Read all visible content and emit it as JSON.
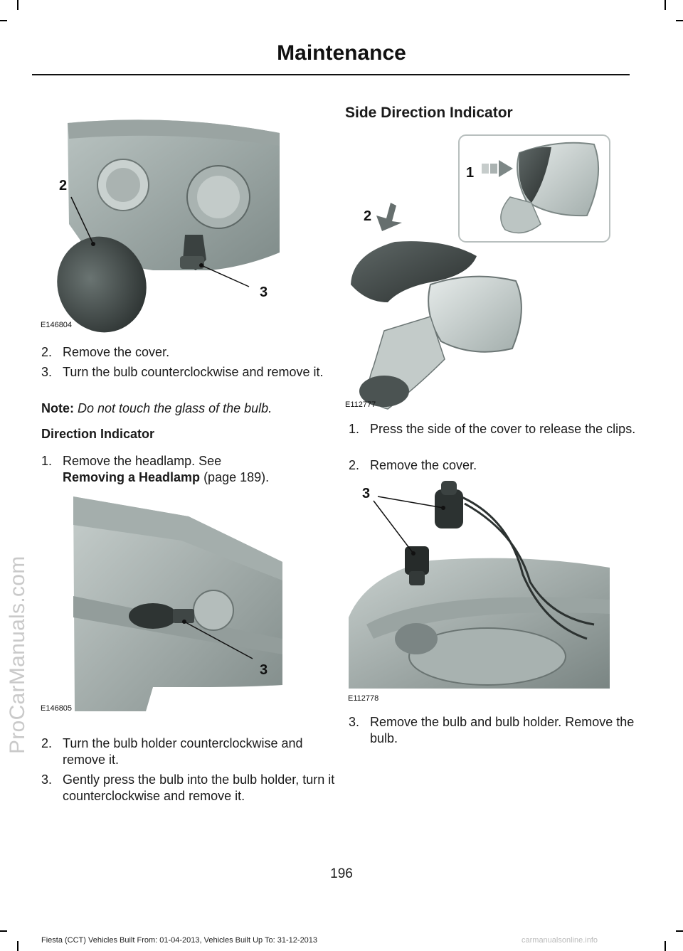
{
  "header": {
    "title": "Maintenance"
  },
  "watermark": "ProCarManuals.com",
  "left": {
    "fig1": {
      "code": "E146804",
      "callouts": [
        "2",
        "3"
      ]
    },
    "steps_a": [
      {
        "num": "2.",
        "text": "Remove the cover."
      },
      {
        "num": "3.",
        "text": "Turn the bulb counterclockwise and remove it."
      }
    ],
    "note": {
      "label": "Note:",
      "text": "Do not touch the glass of the bulb."
    },
    "direction_indicator": {
      "heading": "Direction Indicator",
      "step1_num": "1.",
      "step1_text": "Remove the headlamp.  See",
      "step1_link": "Removing a Headlamp",
      "step1_page": " (page 189)."
    },
    "fig2": {
      "code": "E146805",
      "callouts": [
        "3"
      ]
    },
    "steps_b": [
      {
        "num": "2.",
        "text": "Turn the bulb holder counterclockwise and remove it."
      },
      {
        "num": "3.",
        "text": "Gently press the bulb into the bulb holder, turn it counterclockwise and remove it."
      }
    ]
  },
  "right": {
    "section_title": "Side Direction Indicator",
    "fig3": {
      "code": "E112777",
      "callouts": [
        "1",
        "2"
      ]
    },
    "steps_a": [
      {
        "num": "1.",
        "text": "Press the side of the cover to release the clips."
      },
      {
        "num": "2.",
        "text": "Remove the cover."
      }
    ],
    "fig4": {
      "code": "E112778",
      "callouts": [
        "3"
      ]
    },
    "steps_b": [
      {
        "num": "3.",
        "text": "Remove the bulb and bulb holder. Remove the bulb."
      }
    ]
  },
  "page_number": "196",
  "footer": {
    "text": "Fiesta (CCT) Vehicles Built From: 01-04-2013, Vehicles Built Up To: 31-12-2013",
    "site": "carmanualsonline.info"
  }
}
